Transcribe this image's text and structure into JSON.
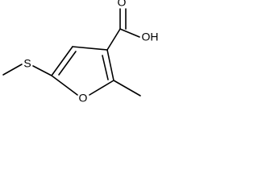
{
  "molecule": {
    "atoms": {
      "sulfur": "S",
      "ring_oxygen": "O",
      "carboxyl_oxygen": "O",
      "hydroxyl": "OH"
    },
    "colors": {
      "bond": "#000000",
      "text": "#000000",
      "background": "#ffffff"
    }
  }
}
